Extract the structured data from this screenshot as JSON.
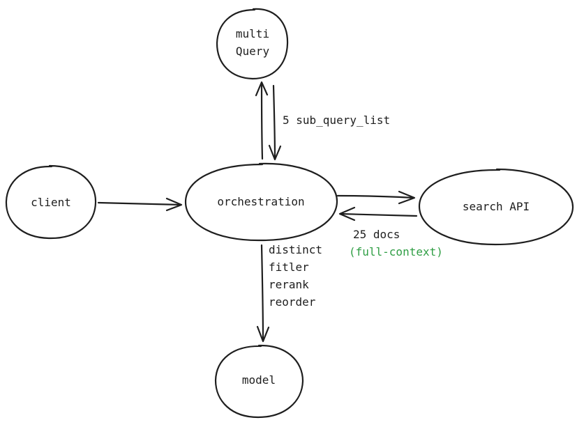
{
  "diagram": {
    "nodes": {
      "multi_query": {
        "line1": "multi",
        "line2": "Query"
      },
      "client": {
        "label": "client"
      },
      "orchestration": {
        "label": "orchestration"
      },
      "search_api": {
        "label": "search API"
      },
      "model": {
        "label": "model"
      }
    },
    "edges": {
      "sub_query": {
        "label": "5 sub_query_list"
      },
      "docs": {
        "label": "25 docs",
        "sublabel": "(full-context)"
      },
      "to_model": {
        "steps": [
          "distinct",
          "fitler",
          "rerank",
          "reorder"
        ]
      }
    },
    "colors": {
      "stroke": "#1e1e1e",
      "accent_green": "#2f9e44",
      "background": "#ffffff"
    }
  }
}
